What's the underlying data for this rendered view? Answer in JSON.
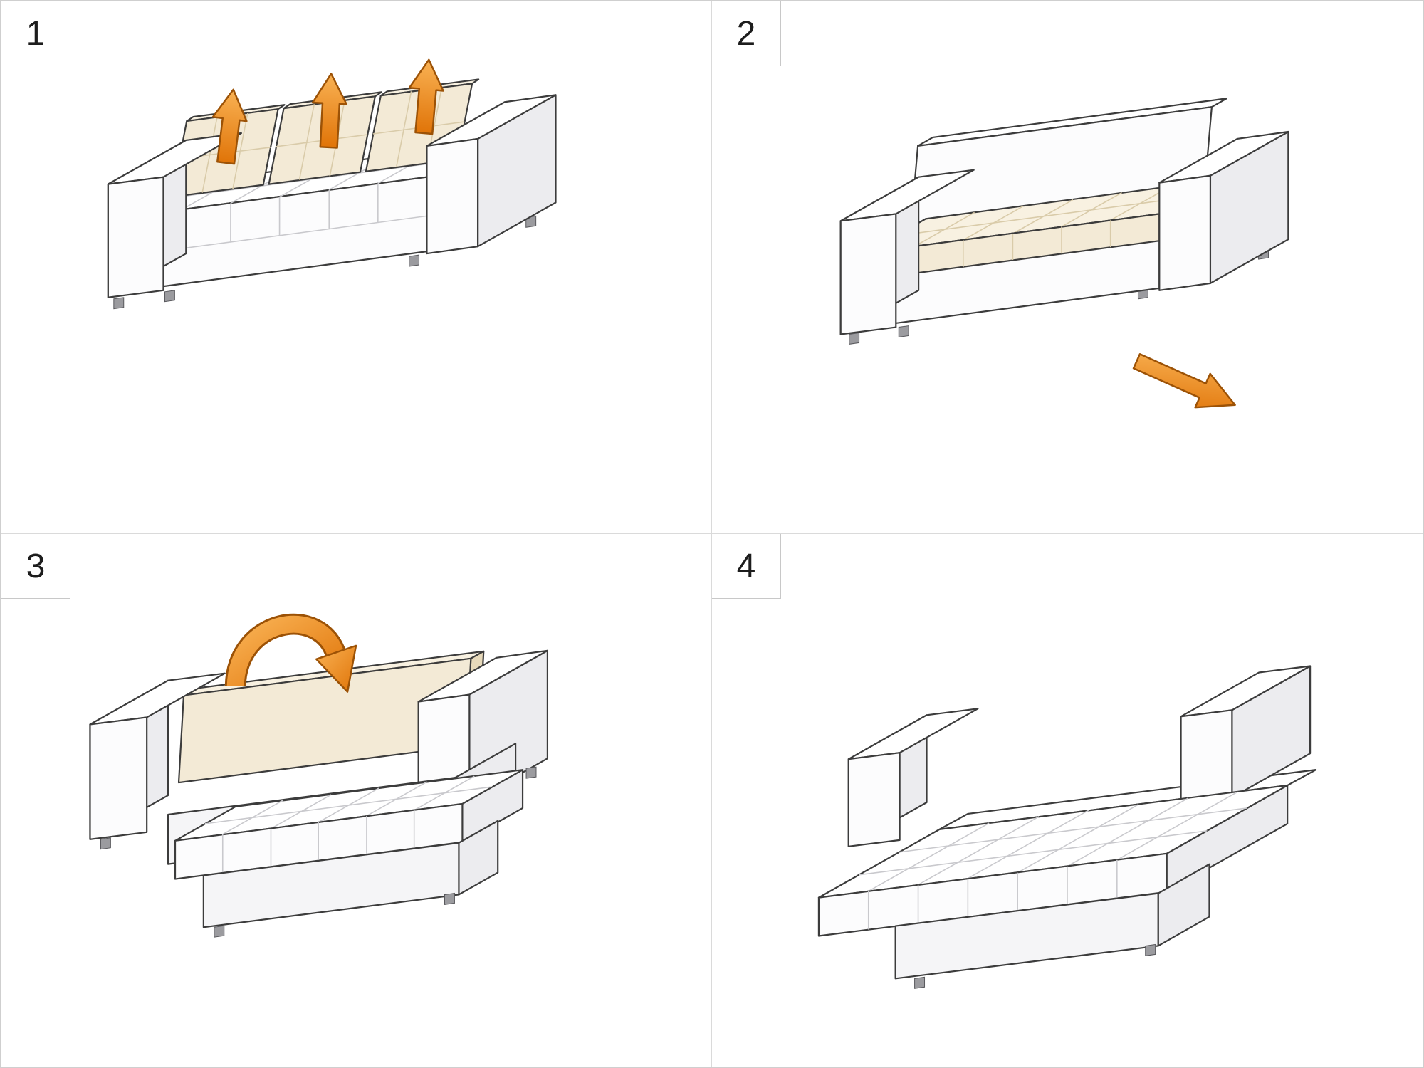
{
  "panels": [
    {
      "number": "1",
      "illustration": "sofa-remove-back-cushions",
      "arrow_icons": [
        "up-arrow",
        "up-arrow",
        "up-arrow"
      ]
    },
    {
      "number": "2",
      "illustration": "sofa-pull-seat-forward",
      "arrow_icons": [
        "pull-out-arrow"
      ]
    },
    {
      "number": "3",
      "illustration": "sofa-fold-backrest-down",
      "arrow_icons": [
        "flip-over-arrow"
      ]
    },
    {
      "number": "4",
      "illustration": "sofa-bed-flat",
      "arrow_icons": []
    }
  ],
  "colors": {
    "accent_orange": "#e8790f",
    "accent_orange_light": "#f9b254",
    "cushion_cream": "#f3ead6",
    "upholstery_white": "#fcfcfd",
    "outline": "#3c3c3c",
    "divider_gray": "#dadada"
  }
}
